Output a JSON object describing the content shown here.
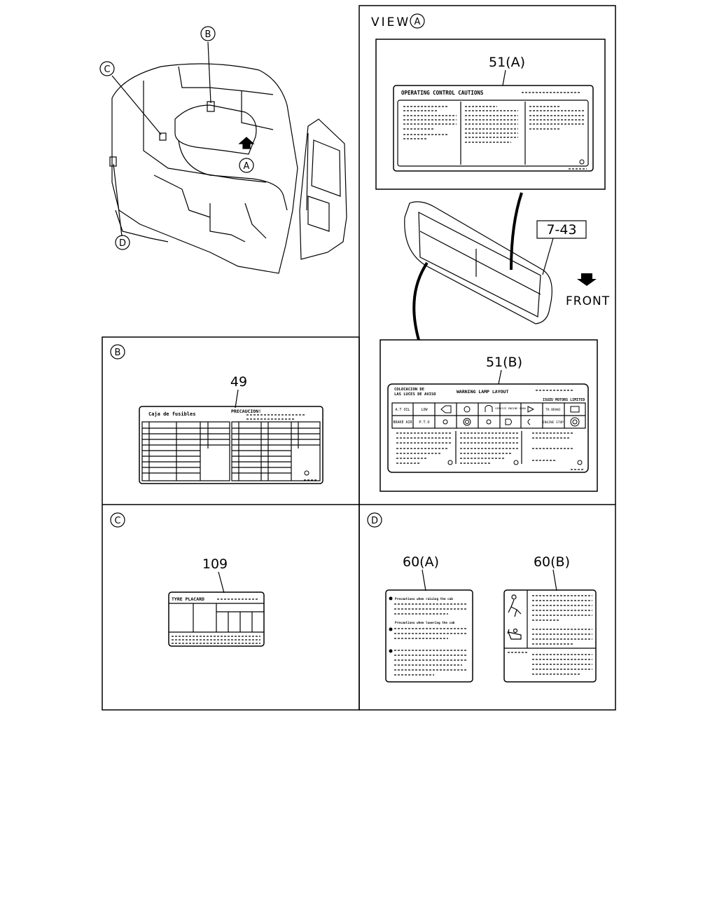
{
  "callouts": {
    "b": "B",
    "c": "C",
    "d": "D",
    "a": "A"
  },
  "view_a": {
    "title": "VIEW",
    "circle": "A",
    "part_51a": "51(A)",
    "label_51a_heading": "OPERATING CONTROL CAUTIONS",
    "part_7_43": "7-43",
    "front": "FRONT",
    "part_51b": "51(B)",
    "label_51b_heading_1": "COLOCACION DE",
    "label_51b_heading_2": "LAS LUCES DE AVISO",
    "label_51b_heading_3": "WARNING LAMP LAYOUT",
    "label_51b_maker": "ISUZU MOTORS LIMITED",
    "lamp_row1": [
      "A.T OIL",
      "LOW",
      "",
      "",
      "",
      "SERVICE ENGINE SOON",
      "",
      "TR BRAKE",
      ""
    ],
    "lamp_row2": [
      "BRAKE AIR",
      "P.T.O",
      "",
      "",
      "",
      "",
      "",
      "ENGINE STOP",
      ""
    ]
  },
  "panel_b": {
    "circle": "B",
    "part": "49",
    "heading_left": "Caja de fusibles",
    "heading_right": "PRECAUCION!"
  },
  "panel_c": {
    "circle": "C",
    "part": "109",
    "heading": "TYRE PLACARD"
  },
  "panel_d": {
    "circle": "D",
    "part_a": "60(A)",
    "part_b": "60(B)",
    "label_a_line1": "Precautions when raising the cab",
    "label_a_line2": "Precautions when lowering the cab"
  }
}
